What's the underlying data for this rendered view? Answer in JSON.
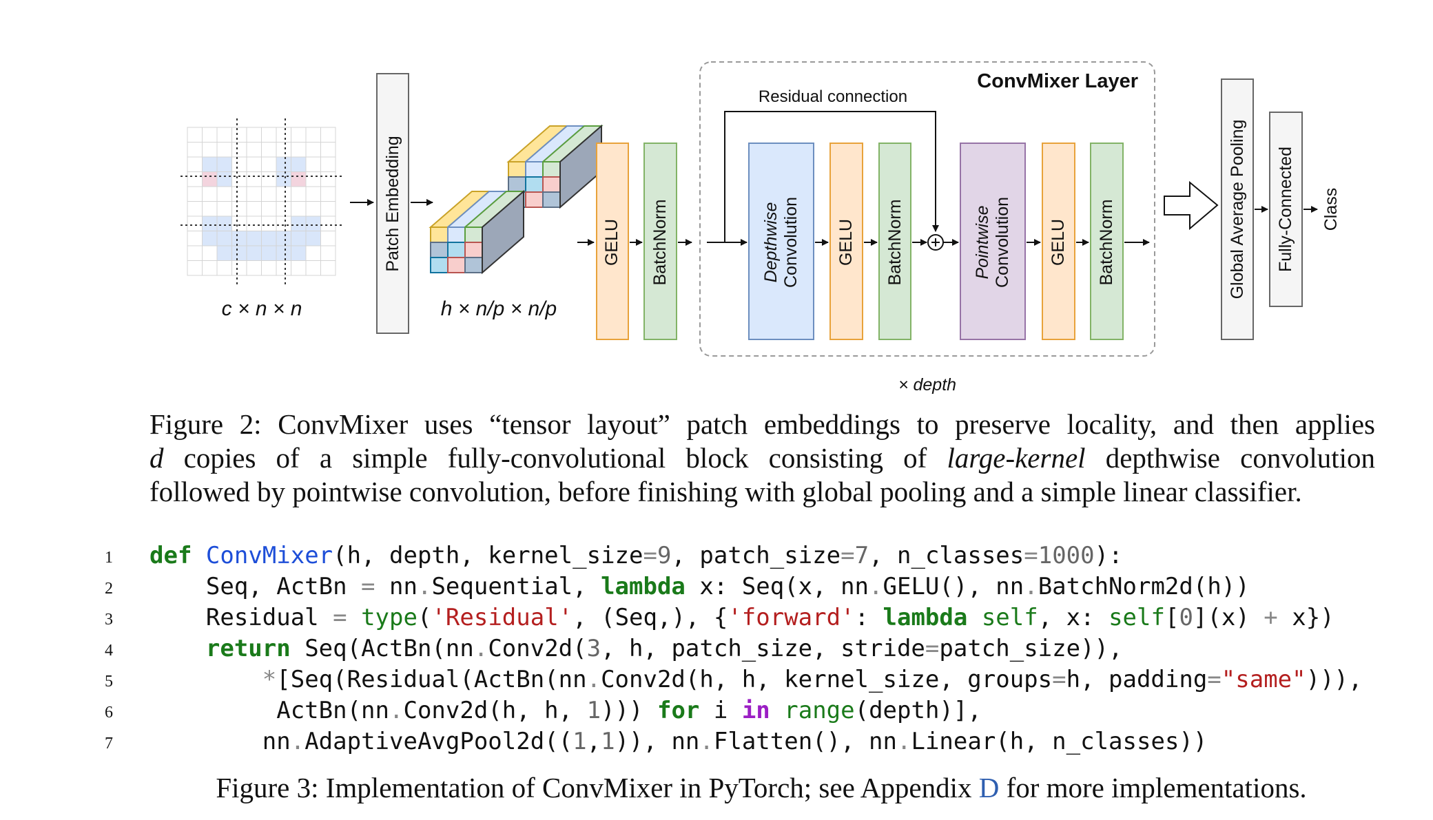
{
  "diagram": {
    "input_label": "c × n × n",
    "patch_label": "h × n/p × n/p",
    "patch_embedding": "Patch Embedding",
    "gelu": "GELU",
    "batchnorm": "BatchNorm",
    "layer_title": "ConvMixer Layer",
    "residual": "Residual connection",
    "depthwise_line1": "Depthwise",
    "depthwise_line2": "Convolution",
    "pointwise_line1": "Pointwise",
    "pointwise_line2": "Convolution",
    "depth_label": "× depth",
    "gap": "Global Average Pooling",
    "fc": "Fully-Connected",
    "class": "Class",
    "colors": {
      "gelu_fill": "#FFE6CC",
      "gelu_stroke": "#E8A23A",
      "bn_fill": "#D5E8D4",
      "bn_stroke": "#82B366",
      "dw_fill": "#DAE8FC",
      "dw_stroke": "#6C8EBF",
      "pw_fill": "#E1D5E7",
      "pw_stroke": "#9673A6",
      "gray_fill": "#F5F5F5",
      "gray_stroke": "#666666"
    }
  },
  "figure2": {
    "line1": "Figure 2: ConvMixer uses “tensor layout” patch embeddings to preserve locality, and then applies",
    "line2_var": "d",
    "line2_a": " copies of a simple fully-convolutional block consisting of ",
    "line2_em": "large-kernel",
    "line2_b": " depthwise convolution",
    "line3": "followed by pointwise convolution, before finishing with global pooling and a simple linear classifier."
  },
  "code": {
    "line_numbers": [
      "1",
      "2",
      "3",
      "4",
      "5",
      "6",
      "7"
    ]
  },
  "figure3": {
    "before": "Figure 3: Implementation of ConvMixer in PyTorch; see Appendix ",
    "link": "D",
    "after": " for more implementations."
  }
}
